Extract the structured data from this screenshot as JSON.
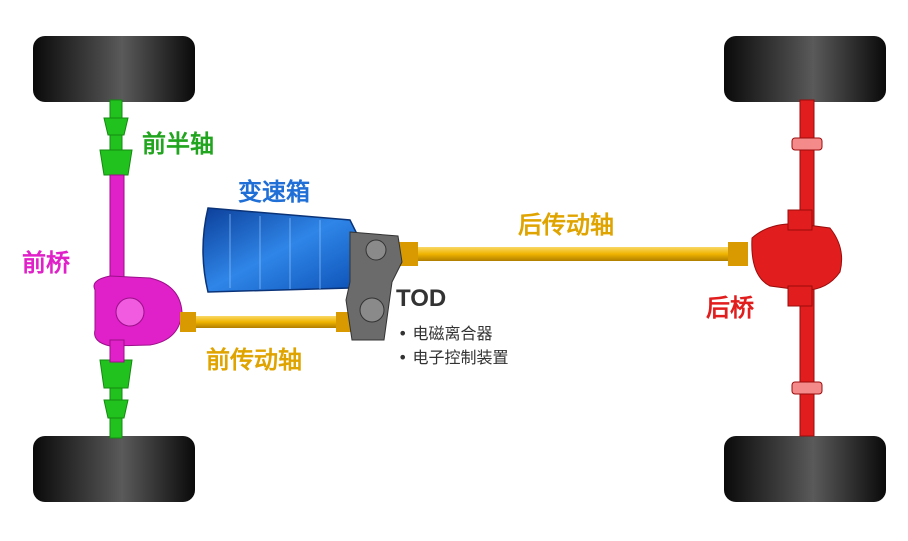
{
  "labels": {
    "front_half_shaft": "前半轴",
    "front_axle": "前桥",
    "transmission": "变速箱",
    "rear_driveshaft": "后传动轴",
    "front_driveshaft": "前传动轴",
    "rear_axle": "后桥",
    "tod": "TOD"
  },
  "tod_items": [
    "电磁离合器",
    "电子控制装置"
  ],
  "colors": {
    "front_half_shaft": "#22c21e",
    "front_axle": "#e020c8",
    "transmission": "#1f6fd6",
    "driveshaft": "#f0b400",
    "rear_axle": "#e21d1d",
    "tod_unit": "#6b6b6b",
    "tire": "#111111"
  }
}
